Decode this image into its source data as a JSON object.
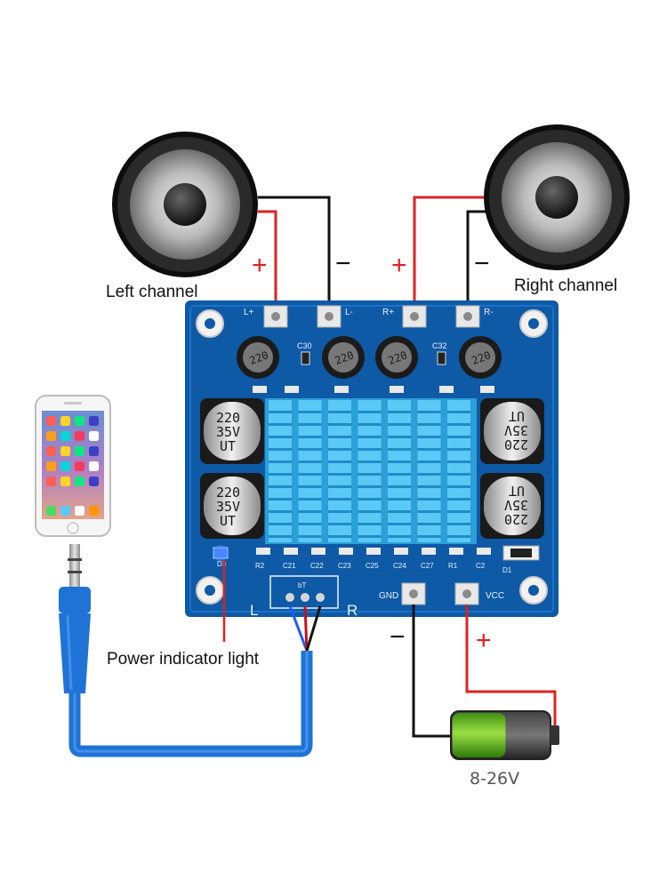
{
  "labels": {
    "left_channel": "Left channel",
    "right_channel": "Right channel",
    "power_indicator": "Power indicator light",
    "voltage": "8-26V"
  },
  "polarity": {
    "plus": "+",
    "minus": "−"
  },
  "board": {
    "terminals": [
      "L+",
      "L-",
      "R+",
      "R-"
    ],
    "power_terminals": [
      "GND",
      "VCC"
    ],
    "cap_small": [
      "C30",
      "C32"
    ],
    "inductor_text": "220",
    "cap_text": [
      "220",
      "35V",
      "UT"
    ],
    "components_bottom": [
      "R2",
      "C21",
      "C22",
      "C23",
      "C25",
      "C24",
      "C27",
      "R1",
      "C2"
    ],
    "led_label": "D3",
    "diode_label": "D1",
    "audio_in_label": "bT",
    "audio_sides": [
      "L",
      "R"
    ]
  },
  "battery": {
    "charge_fraction": 0.55
  },
  "colors": {
    "board": "#0e5aa6",
    "heatsink": "#3fb7ee",
    "wire_positive": "#e02020",
    "wire_negative": "#111111",
    "cable": "#1f73d6",
    "battery_fill": "#66cc22"
  }
}
